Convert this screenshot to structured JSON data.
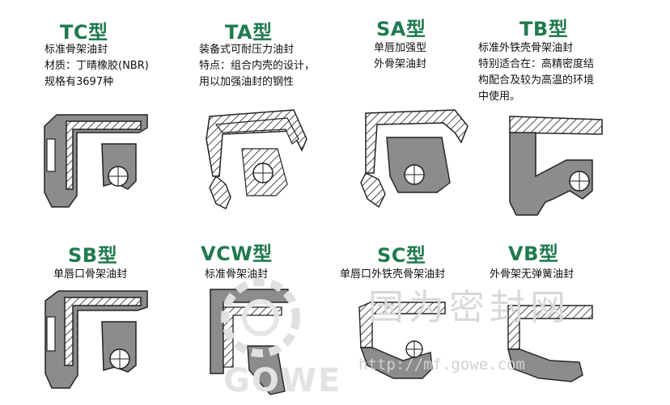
{
  "seals": [
    {
      "title": "TC型",
      "lines": [
        "标准骨架油封",
        "材质：丁晴橡胶(NBR)",
        "规格有3697种"
      ]
    },
    {
      "title": "TA型",
      "lines": [
        "装备式可耐压力油封",
        "特点：组合内壳的设计，",
        "用以加强油封的钢性"
      ]
    },
    {
      "title": "SA型",
      "lines": [
        "单唇加强型",
        "外骨架油封"
      ]
    },
    {
      "title": "TB型",
      "lines": [
        "标准外铁壳骨架油封",
        "特别适合在：高精密度结",
        "构配合及较为高温的环境",
        "中使用。"
      ]
    },
    {
      "title": "SB型",
      "lines": [
        "单唇口骨架油封"
      ]
    },
    {
      "title": "VCW型",
      "lines": [
        "标准骨架油封"
      ]
    },
    {
      "title": "SC型",
      "lines": [
        "单唇口外铁壳骨架油封"
      ]
    },
    {
      "title": "VB型",
      "lines": [
        "外骨架无弹簧油封"
      ]
    }
  ],
  "watermark": {
    "chinese": "国为密封网",
    "url": "http://mf.gowe.com",
    "logo_text": "GOWE"
  },
  "colors": {
    "title": "#1f7a4f",
    "rubber": "#8c8c8c",
    "metal_fill": "#ffffff",
    "outline": "#222222"
  }
}
